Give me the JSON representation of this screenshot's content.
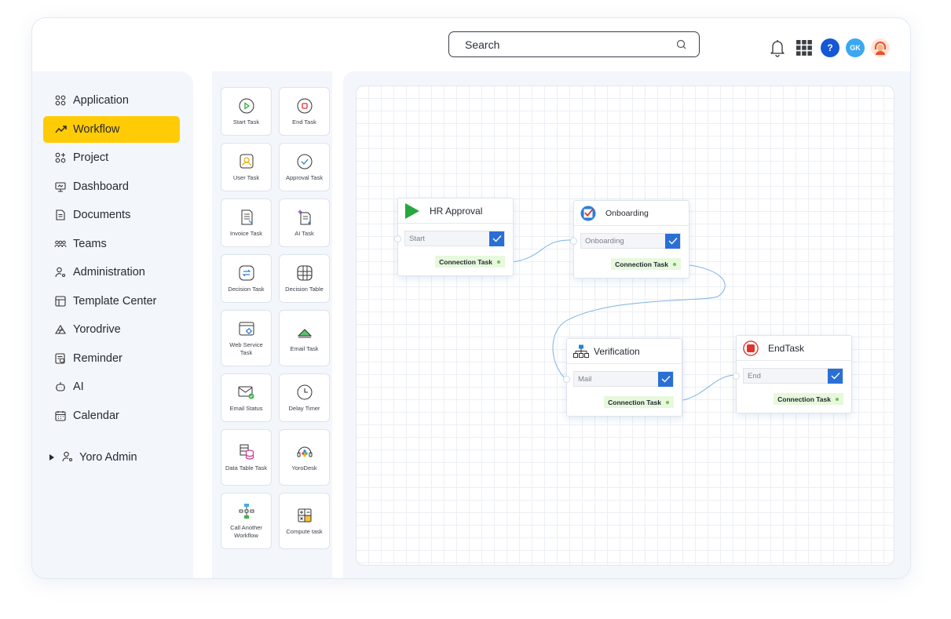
{
  "header": {
    "search_placeholder": "Search",
    "icons": [
      "bell-icon",
      "apps-grid-icon",
      "help-icon",
      "user-initials-avatar",
      "user-avatar"
    ],
    "help_label": "?",
    "user_initials": "GK"
  },
  "sidebar": {
    "items": [
      {
        "label": "Application",
        "icon": "apps-icon"
      },
      {
        "label": "Workflow",
        "icon": "workflow-icon",
        "active": true
      },
      {
        "label": "Project",
        "icon": "project-icon"
      },
      {
        "label": "Dashboard",
        "icon": "dashboard-icon"
      },
      {
        "label": "Documents",
        "icon": "document-icon"
      },
      {
        "label": "Teams",
        "icon": "teams-icon"
      },
      {
        "label": "Administration",
        "icon": "administration-icon"
      },
      {
        "label": "Template Center",
        "icon": "template-icon"
      },
      {
        "label": "Yorodrive",
        "icon": "drive-icon"
      },
      {
        "label": "Reminder",
        "icon": "reminder-icon"
      },
      {
        "label": "AI",
        "icon": "ai-icon"
      },
      {
        "label": "Calendar",
        "icon": "calendar-icon"
      }
    ],
    "admin_label": "Yoro Admin",
    "active_color": "#ffcb05"
  },
  "palette": {
    "tiles": [
      {
        "label": "Start Task",
        "icon": "start-task-icon"
      },
      {
        "label": "End Task",
        "icon": "end-task-icon"
      },
      {
        "label": "User Task",
        "icon": "user-task-icon"
      },
      {
        "label": "Approval Task",
        "icon": "approval-task-icon"
      },
      {
        "label": "Invoice Task",
        "icon": "invoice-task-icon"
      },
      {
        "label": "AI Task",
        "icon": "ai-task-icon"
      },
      {
        "label": "Decision Task",
        "icon": "decision-task-icon"
      },
      {
        "label": "Decision Table",
        "icon": "decision-table-icon"
      },
      {
        "label": "Web Service Task",
        "icon": "web-service-icon"
      },
      {
        "label": "Email Task",
        "icon": "email-task-icon"
      },
      {
        "label": "Email Status",
        "icon": "email-status-icon"
      },
      {
        "label": "Delay Timer",
        "icon": "delay-timer-icon"
      },
      {
        "label": "Data Table Task",
        "icon": "data-table-icon"
      },
      {
        "label": "YoroDesk",
        "icon": "yorodesk-icon"
      },
      {
        "label": "Call Another Workflow",
        "icon": "call-workflow-icon"
      },
      {
        "label": "Compute task",
        "icon": "compute-task-icon"
      }
    ]
  },
  "workflow": {
    "nodes": [
      {
        "title": "HR Approval",
        "field": "Start",
        "connection": "Connection Task",
        "icon": "play-icon"
      },
      {
        "title": "Onboarding",
        "field": "Onboarding",
        "connection": "Connection Task",
        "icon": "checklist-icon"
      },
      {
        "title": "Verification",
        "field": "Mail",
        "connection": "Connection Task",
        "icon": "hierarchy-icon"
      },
      {
        "title": "EndTask",
        "field": "End",
        "connection": "Connection Task",
        "icon": "stop-icon"
      }
    ],
    "wire_color": "#7fb2e6"
  }
}
